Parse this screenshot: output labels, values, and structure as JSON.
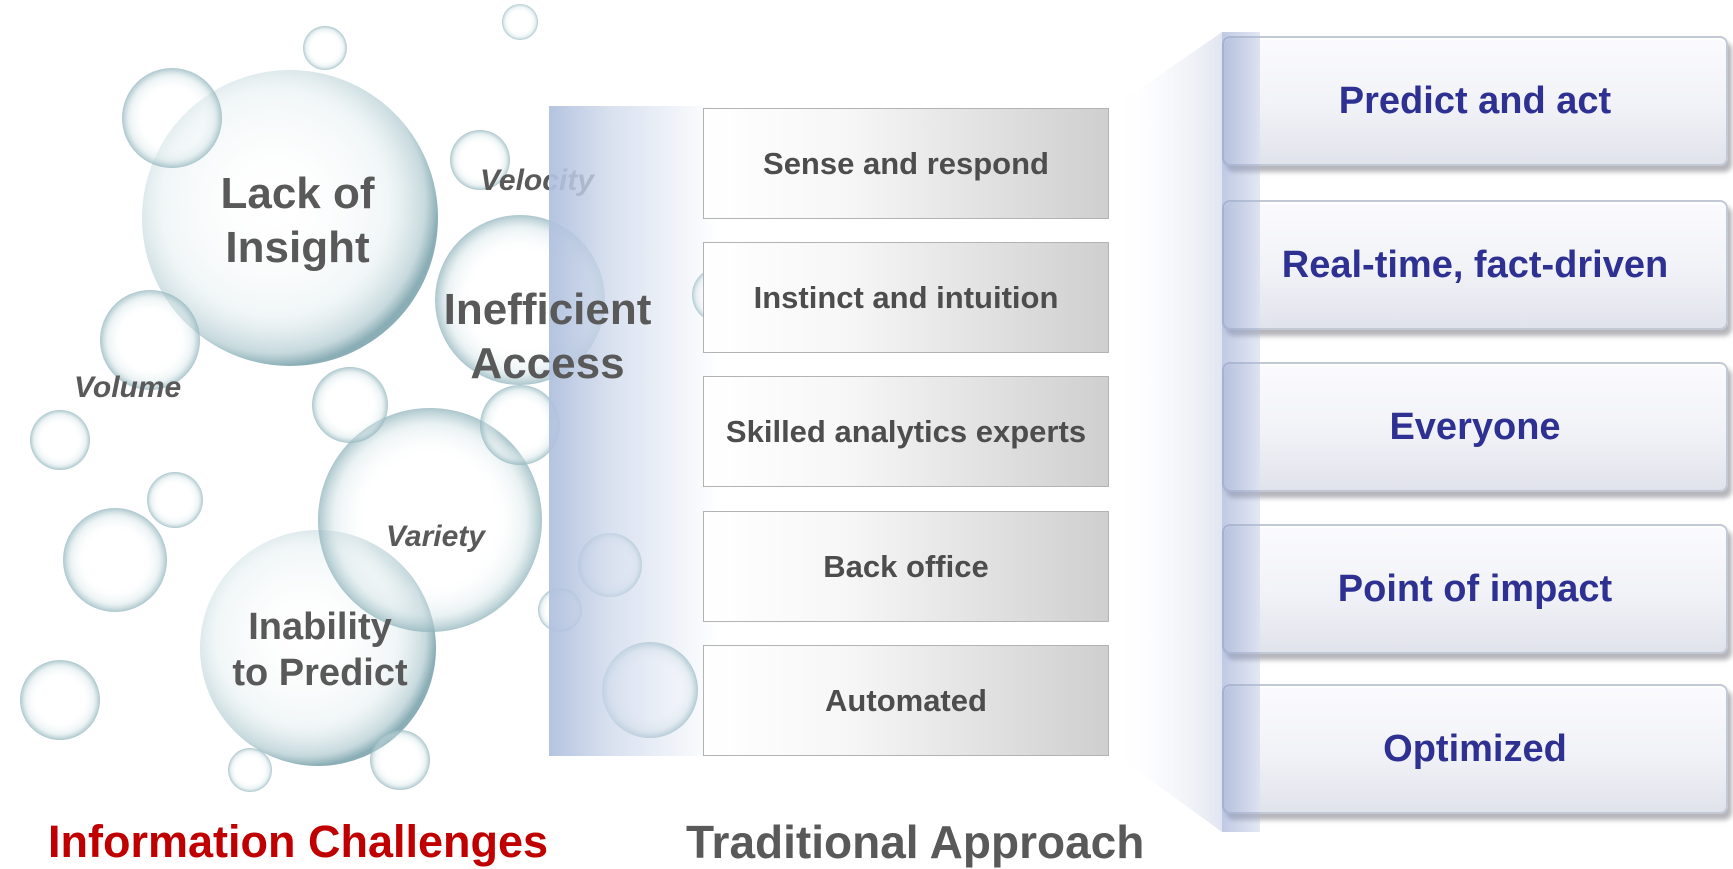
{
  "challenges": {
    "lack_of_insight": [
      "Lack of",
      "Insight"
    ],
    "inefficient_access": [
      "Inefficient",
      "Access"
    ],
    "inability_to_predict": [
      "Inability",
      "to Predict"
    ],
    "velocity": "Velocity",
    "volume": "Volume",
    "variety": "Variety",
    "footer_label": "Information Challenges"
  },
  "traditional": {
    "items": [
      "Sense and respond",
      "Instinct and intuition",
      "Skilled analytics experts",
      "Back office",
      "Automated"
    ],
    "footer_label": "Traditional Approach"
  },
  "new_approach": {
    "items": [
      "Predict and act",
      "Real-time, fact-driven",
      "Everyone",
      "Point of impact",
      "Optimized"
    ]
  },
  "colors": {
    "challenge_title": "#c00000",
    "new_text": "#2e3192",
    "grey_text": "#595959"
  }
}
